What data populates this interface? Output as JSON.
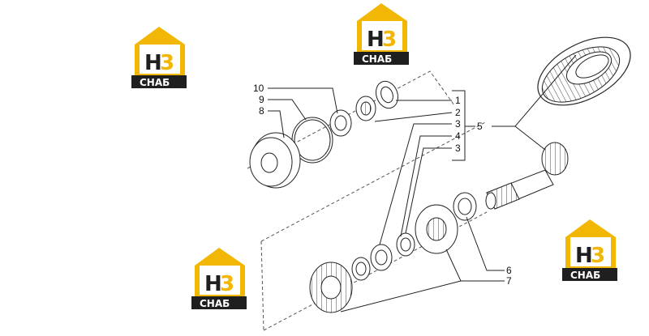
{
  "callouts": {
    "c10": "10",
    "c9": "9",
    "c8": "8",
    "c1": "1",
    "c2": "2",
    "c3a": "3",
    "c4": "4",
    "c3b": "3",
    "c5": "5",
    "c6": "6",
    "c7": "7"
  },
  "watermark": {
    "letter": "H",
    "digit": "3",
    "caption": "СНАБ",
    "colors": {
      "yellow": "#f2b705",
      "dark": "#1f1f1f",
      "text": "#ffffff"
    }
  }
}
